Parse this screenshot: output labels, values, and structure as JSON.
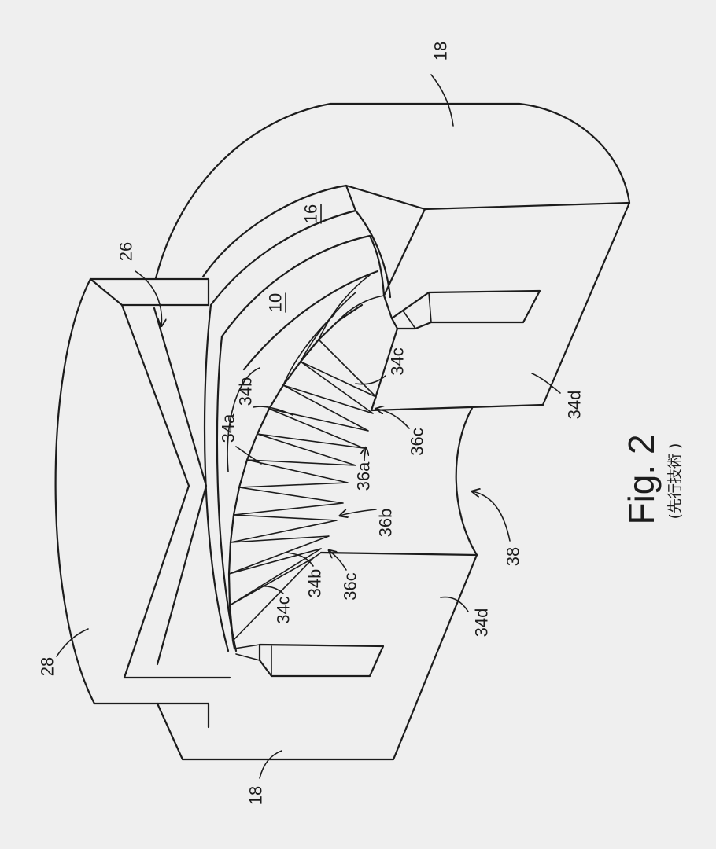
{
  "figure": {
    "title": "Fig. 2",
    "subtitle": "(先行技術  )"
  },
  "labels": [
    "18",
    "26",
    "16",
    "10",
    "34b",
    "34a",
    "34c",
    "34d",
    "36c",
    "36a",
    "36b",
    "38",
    "34b",
    "36c",
    "34c",
    "34d",
    "28",
    "18"
  ],
  "colors": {
    "ink": "#1c1c1c",
    "paper": "#efefef"
  }
}
